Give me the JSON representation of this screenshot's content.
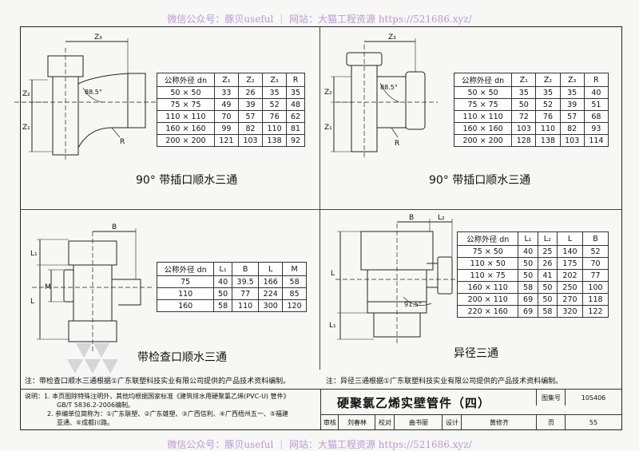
{
  "watermark": {
    "top": "微信公众号：豚贝useful ｜ 网站：大猫工程资源 https://521686.xyz/",
    "bottom": "微信公众号：豚贝useful ｜ 网站：大猫工程资源 https://521686.xyz/"
  },
  "panels": {
    "tl": {
      "title": "90° 带插口顺水三通",
      "headers": [
        "公称外径 dn",
        "Z₁",
        "Z₂",
        "Z₃",
        "R"
      ],
      "rows": [
        [
          "50 × 50",
          "33",
          "26",
          "35",
          "35"
        ],
        [
          "75 × 75",
          "49",
          "39",
          "52",
          "48"
        ],
        [
          "110 × 110",
          "70",
          "57",
          "76",
          "62"
        ],
        [
          "160 × 160",
          "99",
          "82",
          "110",
          "81"
        ],
        [
          "200 × 200",
          "121",
          "103",
          "138",
          "92"
        ]
      ],
      "labels": {
        "z3": "Z₃",
        "z2": "Z₂",
        "z1": "Z₁",
        "angle1": "88.5°",
        "r": "R"
      }
    },
    "tr": {
      "title": "90° 带插口顺水三通",
      "headers": [
        "公称外径 dn",
        "Z₁",
        "Z₂",
        "Z₃",
        "R"
      ],
      "rows": [
        [
          "50 × 50",
          "35",
          "35",
          "35",
          "40"
        ],
        [
          "75 × 75",
          "50",
          "52",
          "39",
          "51"
        ],
        [
          "110 × 110",
          "72",
          "76",
          "57",
          "68"
        ],
        [
          "160 × 160",
          "103",
          "110",
          "82",
          "93"
        ],
        [
          "200 × 200",
          "128",
          "138",
          "103",
          "114"
        ]
      ],
      "labels": {
        "z3": "Z₃",
        "z2": "Z₂",
        "z1": "Z₁",
        "angle1": "88.5°",
        "r": "R"
      }
    },
    "bl": {
      "title": "带检查口顺水三通",
      "headers": [
        "公称外径 dn",
        "L₁",
        "B",
        "L",
        "M"
      ],
      "rows": [
        [
          "75",
          "40",
          "39.5",
          "166",
          "58"
        ],
        [
          "110",
          "50",
          "77",
          "224",
          "85"
        ],
        [
          "160",
          "58",
          "110",
          "300",
          "120"
        ]
      ],
      "labels": {
        "b": "B",
        "l1": "L₁",
        "l": "L",
        "m": "M"
      },
      "note": "注：带检查口顺水三通根据①广东联塑科技实业有限公司提供的产品技术资料编制。"
    },
    "br": {
      "title": "异径三通",
      "headers": [
        "公称外径 dn",
        "L₁",
        "L₂",
        "L",
        "B"
      ],
      "rows": [
        [
          "75 × 50",
          "40",
          "25",
          "140",
          "52"
        ],
        [
          "110 × 50",
          "50",
          "26",
          "175",
          "70"
        ],
        [
          "110 × 75",
          "50",
          "41",
          "202",
          "77"
        ],
        [
          "160 × 110",
          "58",
          "50",
          "250",
          "100"
        ],
        [
          "200 × 110",
          "69",
          "50",
          "270",
          "118"
        ],
        [
          "220 × 160",
          "69",
          "58",
          "320",
          "122"
        ]
      ],
      "labels": {
        "b": "B",
        "l2": "L₂",
        "l": "L",
        "l1": "L₁",
        "angle": "91.5°"
      },
      "note": "注：异径三通根据①广东联塑科技实业有限公司提供的产品技术资料编制。"
    }
  },
  "notes": [
    "说明：1. 本页图除特殊注明外，其他均根据国家标准《建筑排水用硬聚氯乙烯(PVC-U) 管件》",
    "GB/T 5836.2-2006编制。",
    "2. 参编单位简称为：①广东联塑、②广东雄塑、③广西信利、④广西梧州五一、⑤福建",
    "亚通、⑥成都川路。"
  ],
  "titleblock": {
    "title": "硬聚氯乙烯实壁管件（四）",
    "atlas_label": "图集号",
    "atlas_no": "10S406",
    "page_label": "页",
    "page_no": "55",
    "review_label": "审核",
    "review_name": "刘春林",
    "check_label": "校对",
    "check_name": "曲书丽",
    "design_label": "设计",
    "design_name": "黄修齐"
  }
}
